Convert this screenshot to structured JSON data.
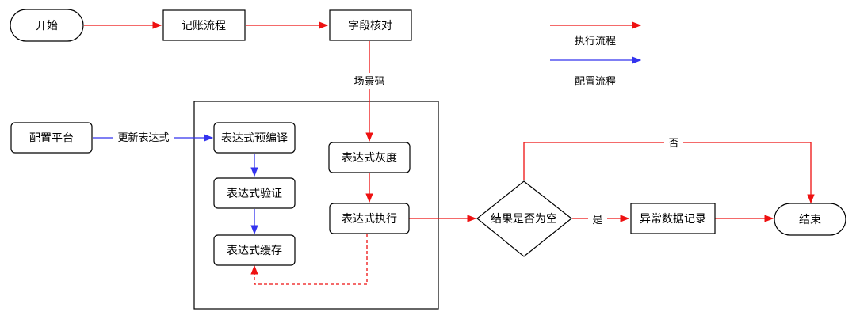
{
  "nodes": {
    "start": "开始",
    "bookkeeping": "记账流程",
    "field_check": "字段核对",
    "config_platform": "配置平台",
    "precompile": "表达式预编译",
    "validate": "表达式验证",
    "cache": "表达式缓存",
    "gray": "表达式灰度",
    "execute": "表达式执行",
    "is_empty": "结果是否为空",
    "anomaly_record": "异常数据记录",
    "end": "结束"
  },
  "edge_labels": {
    "scene_code": "场景码",
    "update_expr": "更新表达式",
    "no": "否",
    "yes": "是"
  },
  "legend": {
    "exec_flow": "执行流程",
    "config_flow": "配置流程"
  },
  "colors": {
    "exec_flow": "#ee1111",
    "config_flow": "#3333ee",
    "stroke": "#000000"
  }
}
